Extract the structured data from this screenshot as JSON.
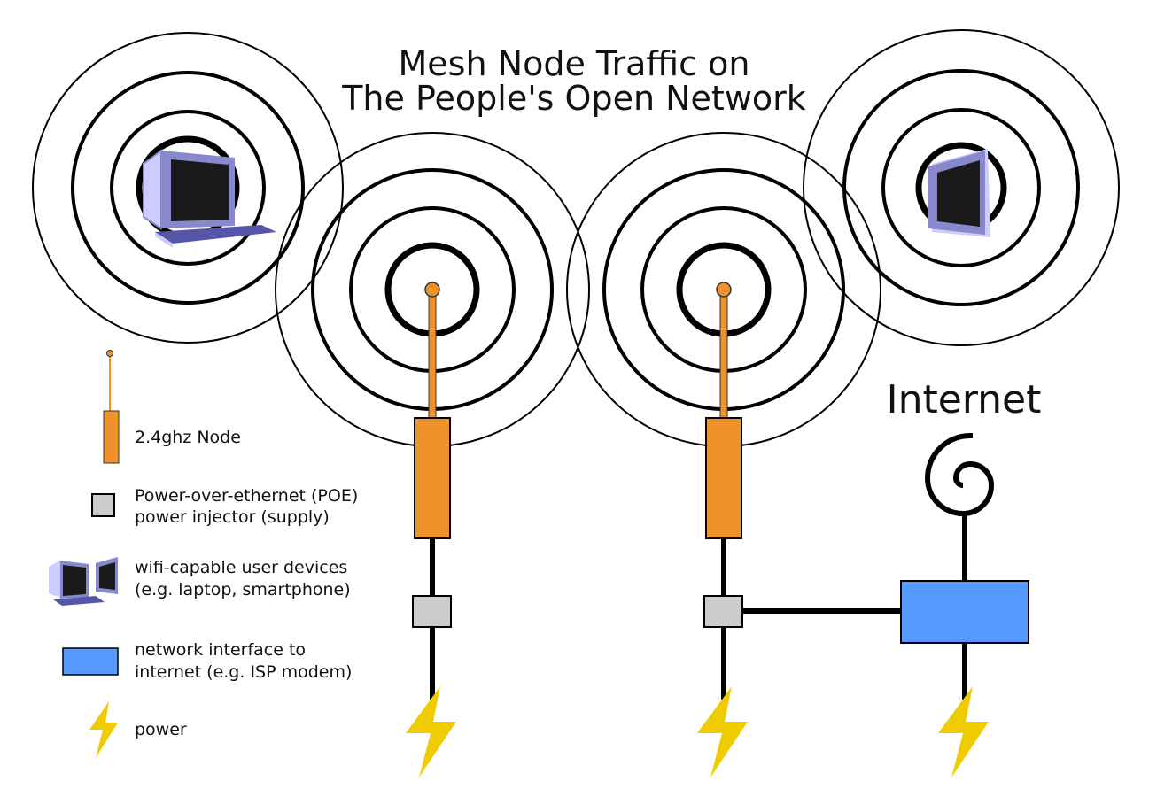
{
  "title": {
    "line1": "Mesh Node Traffic on",
    "line2": "The People's Open Network"
  },
  "internet_label": "Internet",
  "legend": {
    "node": "2.4ghz Node",
    "poe_line1": "Power-over-ethernet (POE)",
    "poe_line2": "power injector (supply)",
    "devices_line1": "wifi-capable user devices",
    "devices_line2": "(e.g. laptop, smartphone)",
    "modem_line1": "network interface to",
    "modem_line2": "internet (e.g. ISP modem)",
    "power": "power"
  },
  "colors": {
    "node": "#f0922a",
    "poe": "#cccccc",
    "modem": "#5599ff",
    "power": "#eecc00",
    "device_frame": "#8888cc",
    "device_side": "#ccccff",
    "device_screen": "#1a1a1a"
  },
  "icons": {
    "node": "antenna-node-icon",
    "poe": "poe-injector-icon",
    "devices": "laptop-smartphone-icon",
    "modem": "modem-icon",
    "power": "lightning-bolt-icon",
    "internet": "spiral-icon"
  }
}
